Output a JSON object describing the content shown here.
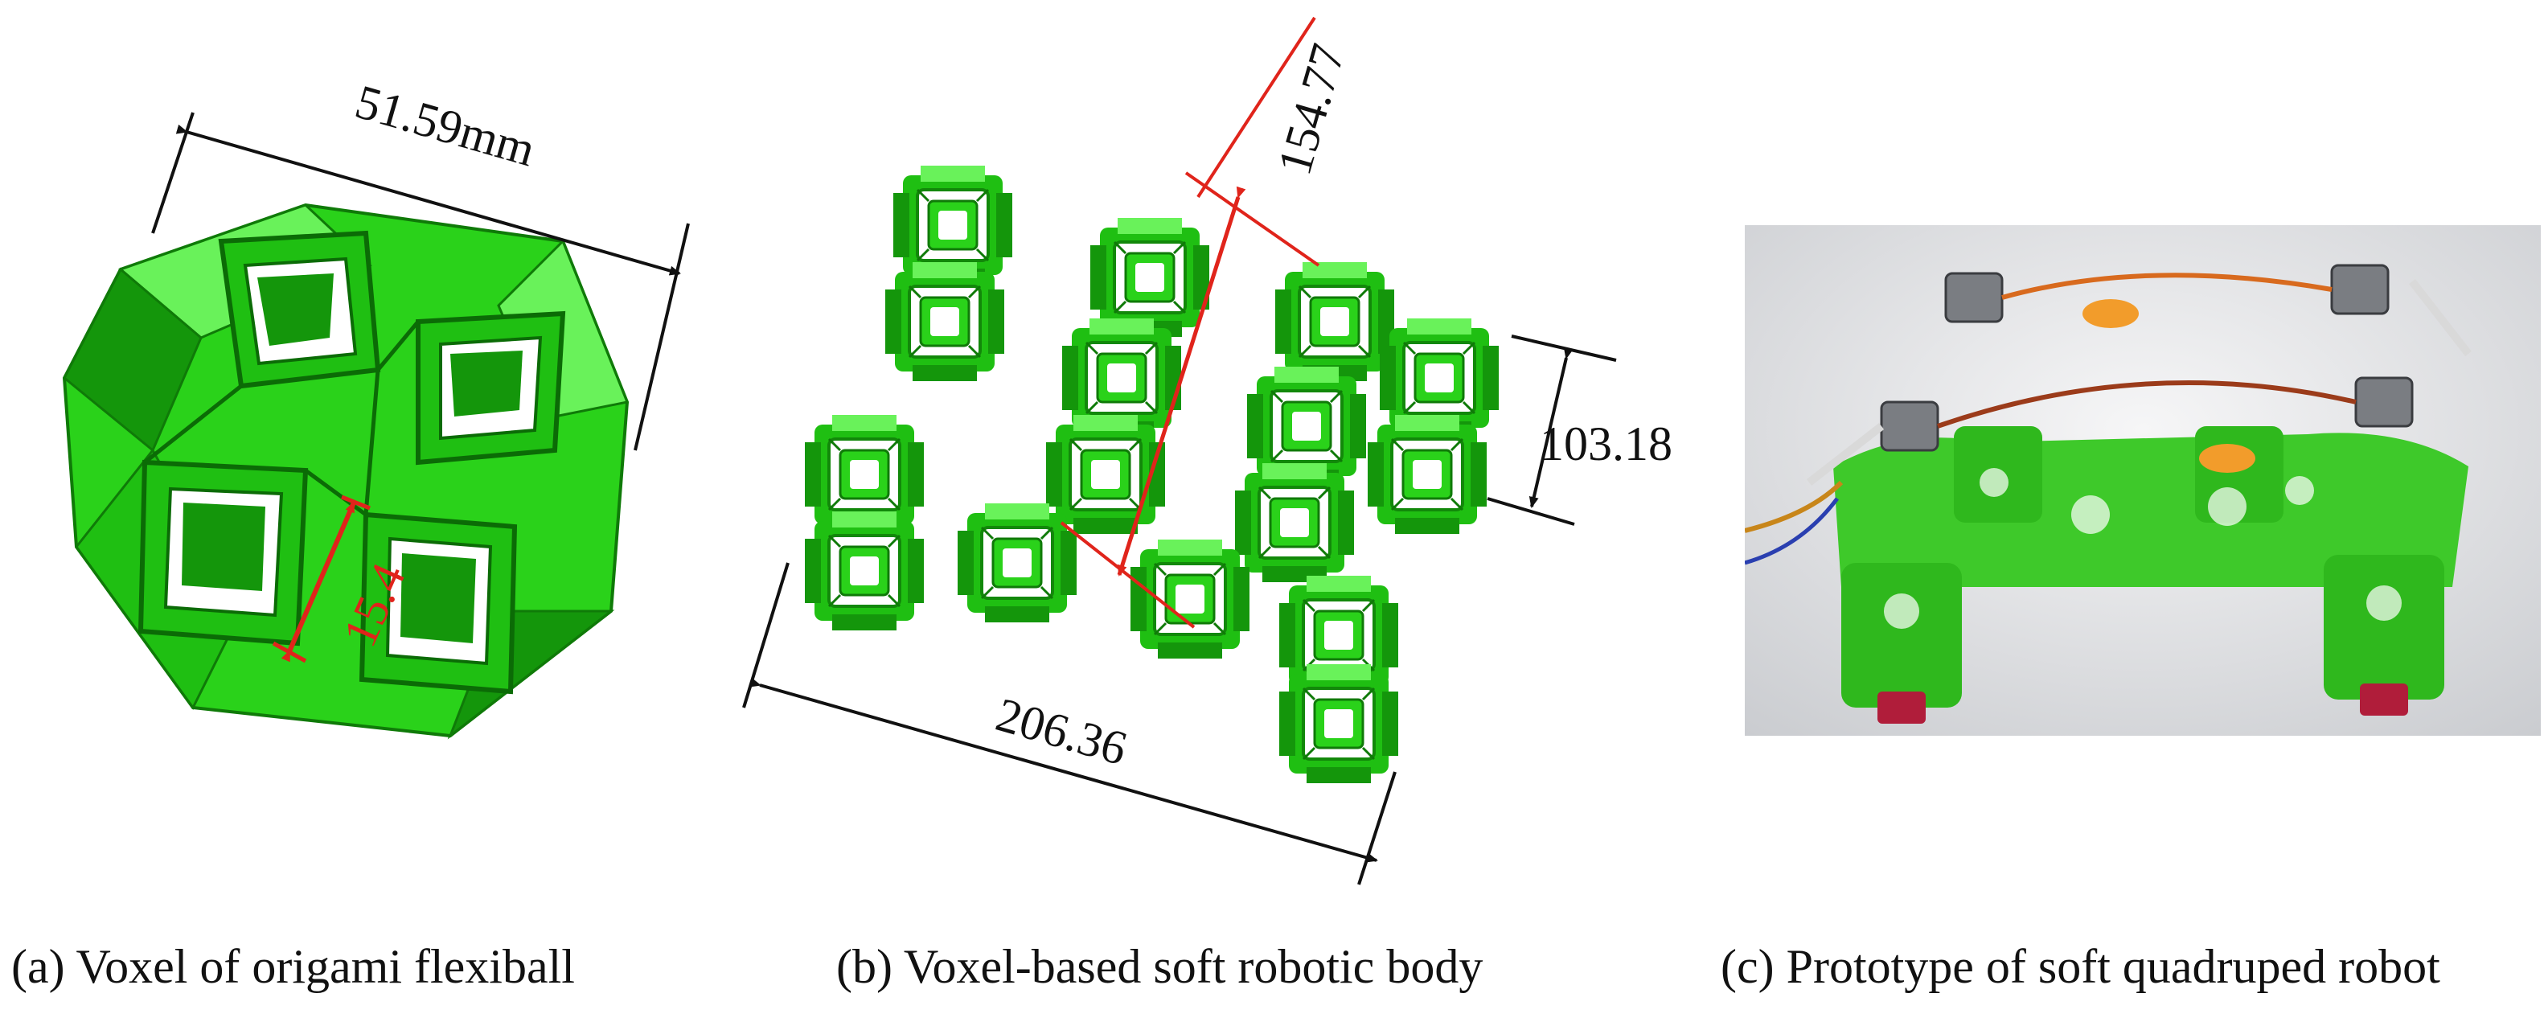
{
  "panels": [
    {
      "id": "a",
      "caption": "(a) Voxel of origami flexiball",
      "dimensions": {
        "width": "51.59mm",
        "cell": "15.4"
      }
    },
    {
      "id": "b",
      "caption": "(b) Voxel-based soft robotic body",
      "dimensions": {
        "diagonal": "154.77",
        "height": "103.18",
        "length": "206.36"
      }
    },
    {
      "id": "c",
      "caption": "(c) Prototype of soft quadruped robot"
    }
  ],
  "colors": {
    "voxel_green": "#2ad21a",
    "voxel_dark": "#14960b",
    "voxel_light": "#69f25a",
    "dimension_red": "#e0241b",
    "dimension_black": "#111111",
    "photo_bg": "#e9eaec"
  }
}
